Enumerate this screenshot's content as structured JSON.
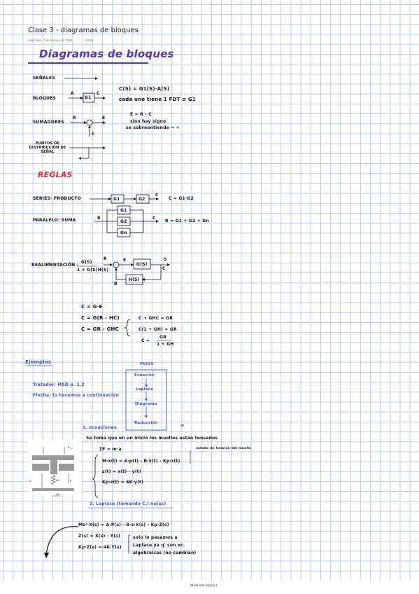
{
  "header": {
    "title": "Clase 3 - diagramas de bloques",
    "date": "miércoles, 7 de febrero de 2024",
    "time": "18:05"
  },
  "heading": "Diagramas de bloques",
  "defs": {
    "senales": "SEÑALES",
    "bloques": "BLOQUES",
    "bloque_a": "A",
    "bloque_c": "C",
    "bloque_g1": "G1",
    "bloques_eq": "C(S) = G1(S)·A(S)",
    "bloques_note": "cada uno tiene 1 FDT ≡ G1",
    "sumadores": "SUMADORES",
    "sum_r": "R",
    "sum_e": "E",
    "sum_c": "C",
    "sum_eq": "E = R - C",
    "sum_note1": "sino hay signo",
    "sum_note2": "se sobreentiende ⇒ +",
    "puntos": "PUNTOS DE DISTRIBUCIÓN DE SEÑAL"
  },
  "reglas": {
    "heading": "REGLAS",
    "series": "SERIES: PRODUCTO",
    "series_g1": "G1",
    "series_g2": "G2",
    "series_c": "C",
    "series_eq": "C = G1·G2",
    "paralelo": "PARALELO: SUMA",
    "par_r": "R",
    "par_c": "C",
    "par_g1": "G1",
    "par_g2": "G2",
    "par_gn": "Gn",
    "par_eq": "R = G1 + G2 + Gn",
    "realim": "REALIMENTACIÓN :",
    "realim_num": "G(S)",
    "realim_den": "1 + G(S)H(S)",
    "realim_r": "R",
    "realim_e": "E",
    "realim_s": "S",
    "realim_c": "C",
    "realim_b": "B",
    "realim_g": "G(S)",
    "realim_h": "H(S)"
  },
  "deriv": [
    "C = G·E",
    "C = G(R - HC)",
    "C = GR - GHC",
    "C + GHC = GR",
    "C(1 + GH) = GR",
    "C =",
    "GR",
    "1 + GH"
  ],
  "ejemplos": {
    "heading": "Ejemplos",
    "tratador": "Tratador: MSD p. 1.2",
    "flecha": "Flecha: lo hacemos a continuación",
    "pasos_title": "PASOS",
    "pasos": [
      "Ecuación",
      "Laplace",
      "Diagrama",
      "Reducción"
    ]
  },
  "ecuaciones": {
    "heading": "1. ecuaciones.",
    "note": "Se toma que en un inicio los muelles están tensados",
    "inf": "∞",
    "estado": "estado de tensión del muelle",
    "sumf": "ΣF = m·a",
    "lines": [
      "M·ẍ(t) = A·p(t) - B·ẋ(t) - Kp·z(t)",
      "z(t) = x(t) - y(t)",
      "Kp·z(t) = 4K·y(t)"
    ]
  },
  "figure": {
    "p": "p",
    "y": "y",
    "k1": "K",
    "k2": "K2",
    "label4k": "4K"
  },
  "laplace": {
    "heading": "2. Laplace (tomando C.I nulas)",
    "lines": [
      "Ms²·X(s) = A·P(s) - B·s·X(s) - Kp·Z(s)",
      "Z(s) = X(s) - Y(s)",
      "Kp·Z(s) = 4K·Y(s)"
    ],
    "note1": "solo lo pasamos a",
    "note2": "Laplace ya q' son ec.",
    "note3": "algebraicas (no cambian)"
  },
  "footer": "Modelado página 1"
}
